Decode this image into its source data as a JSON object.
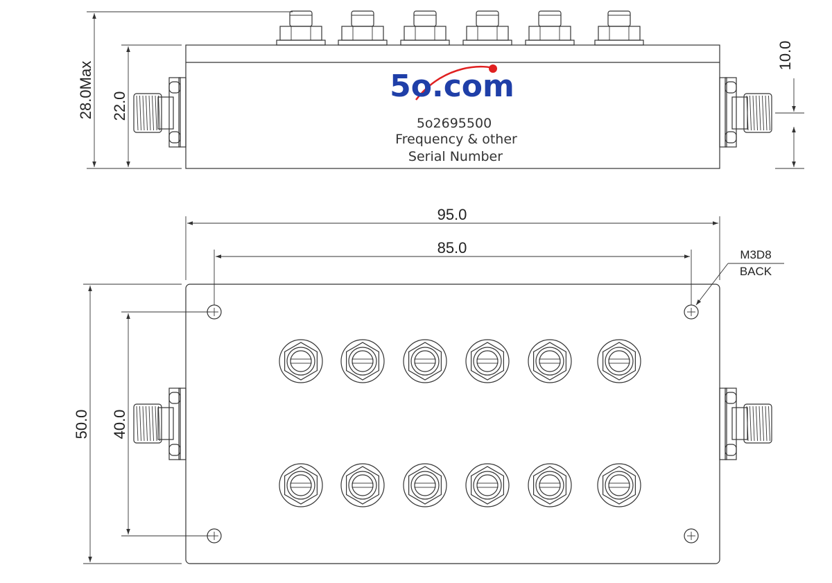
{
  "logo": {
    "text": "5o.com",
    "text_color": "#1f3fa8",
    "swoosh_color": "#e02020"
  },
  "label": {
    "part_number": "5o2695500",
    "line2": "Frequency & other",
    "line3": "Serial Number"
  },
  "dimensions": {
    "overall_height": "28.0Max",
    "body_height": "22.0",
    "connector_offset": "10.0",
    "length": "95.0",
    "hole_spacing_x": "85.0",
    "width": "50.0",
    "hole_spacing_y": "40.0"
  },
  "hole_note": {
    "line1": "M3D8",
    "line2": "BACK"
  }
}
